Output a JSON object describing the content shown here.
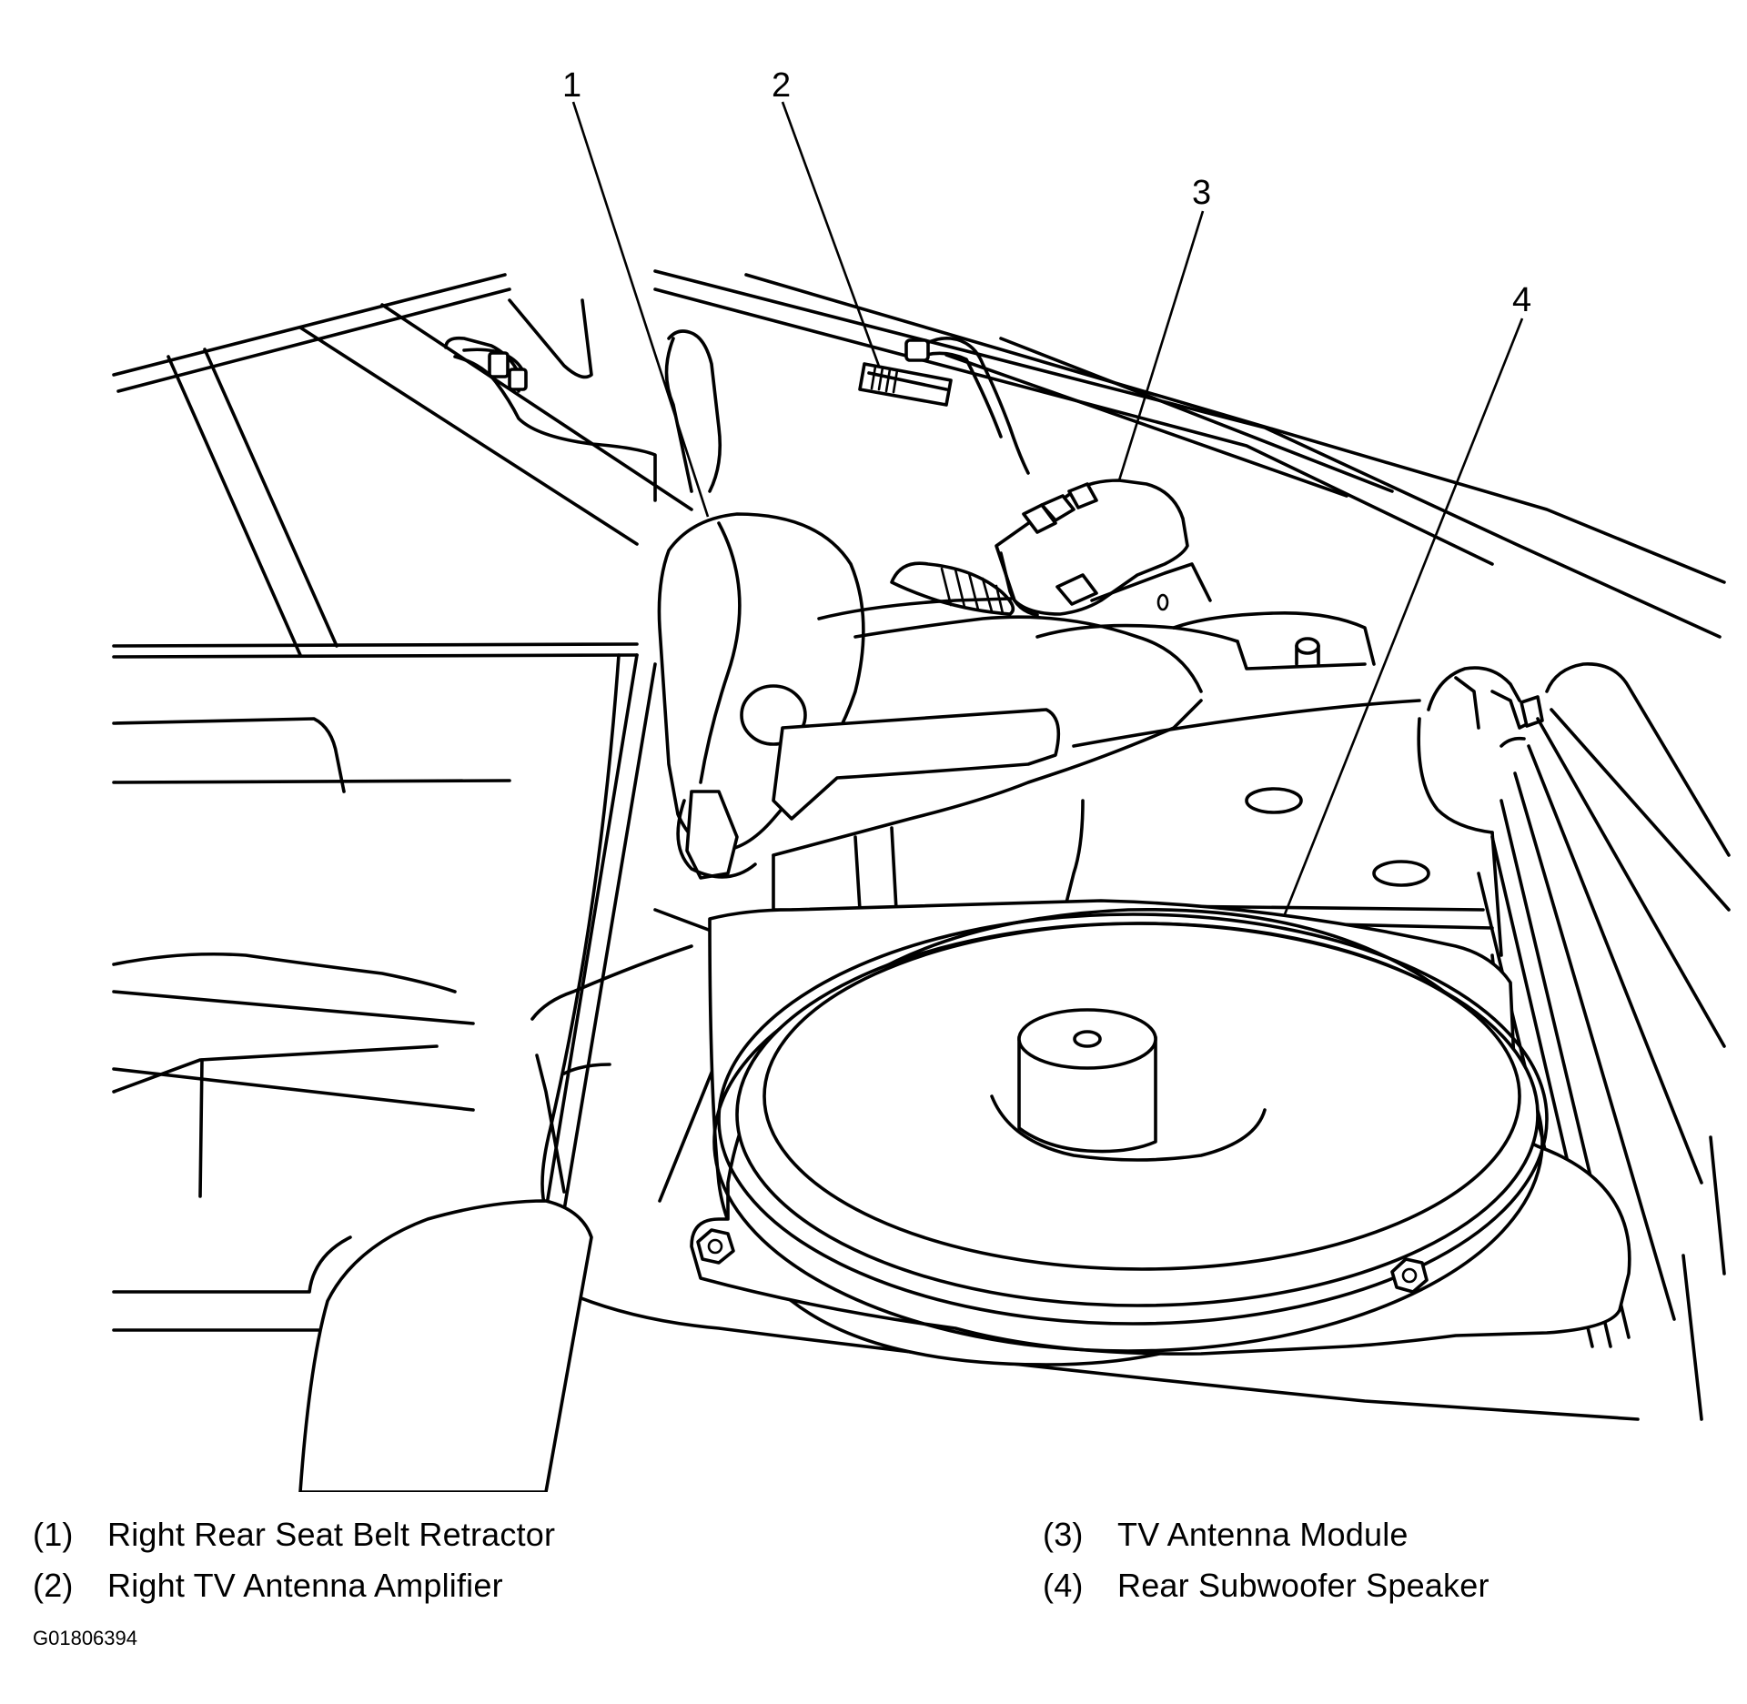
{
  "figure": {
    "figure_id": "G01806394",
    "callouts": [
      "1",
      "2",
      "3",
      "4"
    ],
    "legend": [
      {
        "code": "(1)",
        "label": "Right Rear Seat Belt Retractor"
      },
      {
        "code": "(2)",
        "label": "Right TV Antenna Amplifier"
      },
      {
        "code": "(3)",
        "label": "TV Antenna Module"
      },
      {
        "code": "(4)",
        "label": "Rear Subwoofer Speaker"
      }
    ]
  }
}
